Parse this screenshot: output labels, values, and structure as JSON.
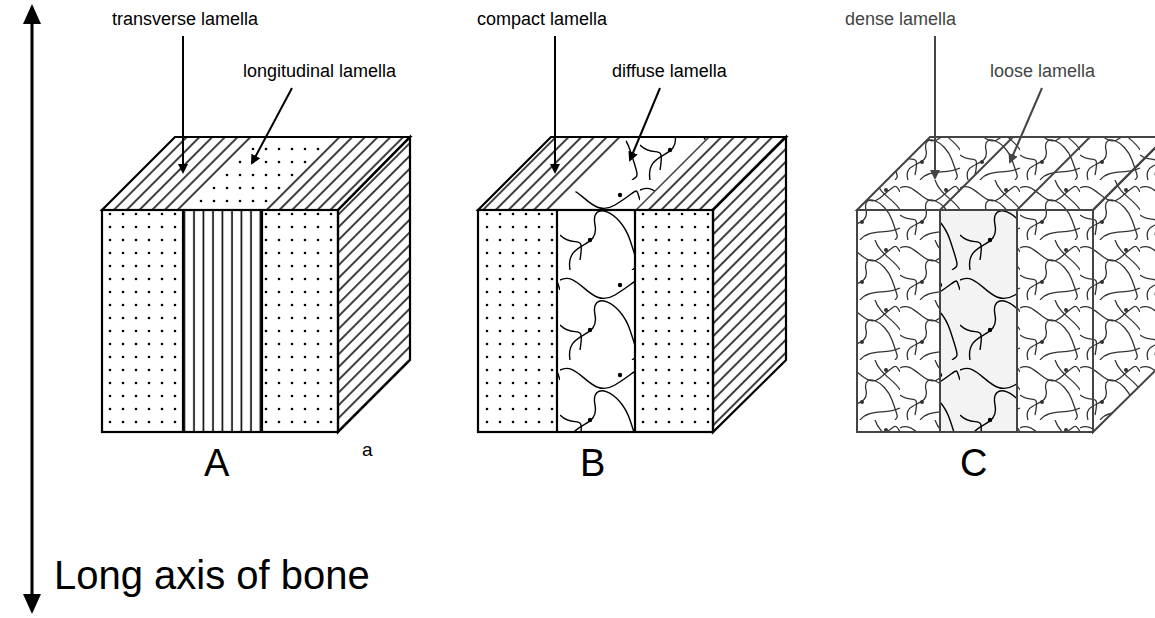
{
  "diagram": {
    "labels": [
      "transverse lamella",
      "longitudinal lamella",
      "A",
      "a",
      "compact lamella",
      "diffuse lamella",
      "B",
      "dense lamella",
      "loose lamella",
      "C",
      "Long axis of bone"
    ]
  }
}
